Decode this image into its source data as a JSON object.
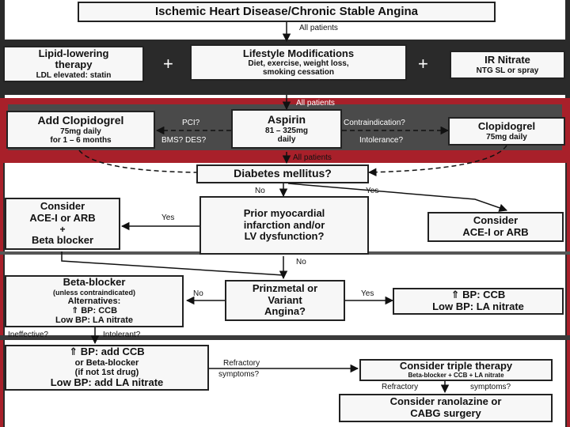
{
  "colors": {
    "band_dark": "#2a2a2a",
    "band_red": "#a8202a",
    "box_fill": "#f7f7f7",
    "box_border": "#222222"
  },
  "title": "Ischemic Heart Disease/Chronic Stable Angina",
  "flow_labels": {
    "all_patients_1": "All patients",
    "all_patients_2": "All patients",
    "all_patients_3": "All patients",
    "no_1": "No",
    "yes_1": "Yes",
    "yes_2": "Yes",
    "no_2": "No",
    "no_3": "No",
    "yes_3": "Yes",
    "pci": "PCI?",
    "bms_des": "BMS? DES?",
    "contraindication": "Contraindication?",
    "intolerance": "Intolerance?",
    "ineffective": "Ineffective?",
    "intolerant": "Intolerant?",
    "refractory_1": "Refractory",
    "refractory_1b": "symptoms?",
    "refractory_2": "Refractory",
    "refractory_2b": "symptoms?"
  },
  "plus_signs": [
    "+",
    "+"
  ],
  "boxes": {
    "lipid": {
      "line1": "Lipid-lowering",
      "line2": "therapy",
      "line3": "LDL elevated: statin"
    },
    "lifestyle": {
      "line1": "Lifestyle Modifications",
      "line2": "Diet, exercise, weight loss,",
      "line3": "smoking cessation"
    },
    "ir_nitrate": {
      "line1": "IR Nitrate",
      "line2": "NTG SL or spray"
    },
    "clopidogrel_add": {
      "line1": "Add Clopidogrel",
      "line2": "75mg daily",
      "line3": "for 1 – 6 months"
    },
    "aspirin": {
      "line1": "Aspirin",
      "line2": "81 – 325mg",
      "line3": "daily"
    },
    "clopidogrel": {
      "line1": "Clopidogrel",
      "line2": "75mg daily"
    },
    "diabetes": {
      "line1": "Diabetes mellitus?"
    },
    "acei_bb": {
      "line1": "Consider",
      "line2": "ACE-I or ARB",
      "line3": "+",
      "line4": "Beta blocker"
    },
    "prior_mi": {
      "line1": "Prior myocardial",
      "line2": "infarction and/or",
      "line3": "LV dysfunction?"
    },
    "acei": {
      "line1": "Consider",
      "line2": "ACE-I or ARB"
    },
    "beta_blocker": {
      "line1": "Beta-blocker",
      "line2": "(unless contraindicated)",
      "line3": "Alternatives:",
      "line4": "⇑ BP: CCB",
      "line5": "Low BP: LA nitrate"
    },
    "prinzmetal": {
      "line1": "Prinzmetal or",
      "line2": "Variant",
      "line3": "Angina?"
    },
    "ccb": {
      "line1": "⇑ BP: CCB",
      "line2": "Low BP: LA nitrate"
    },
    "add_ccb": {
      "line1": "⇑ BP: add CCB",
      "line2": "or Beta-blocker",
      "line3": "(if not 1st drug)",
      "line4": "Low BP: add LA nitrate"
    },
    "triple": {
      "line1": "Consider triple therapy",
      "line2": "Beta-blocker + CCB + LA nitrate"
    },
    "ranolazine": {
      "line1": "Consider ranolazine or",
      "line2": "CABG surgery"
    }
  }
}
